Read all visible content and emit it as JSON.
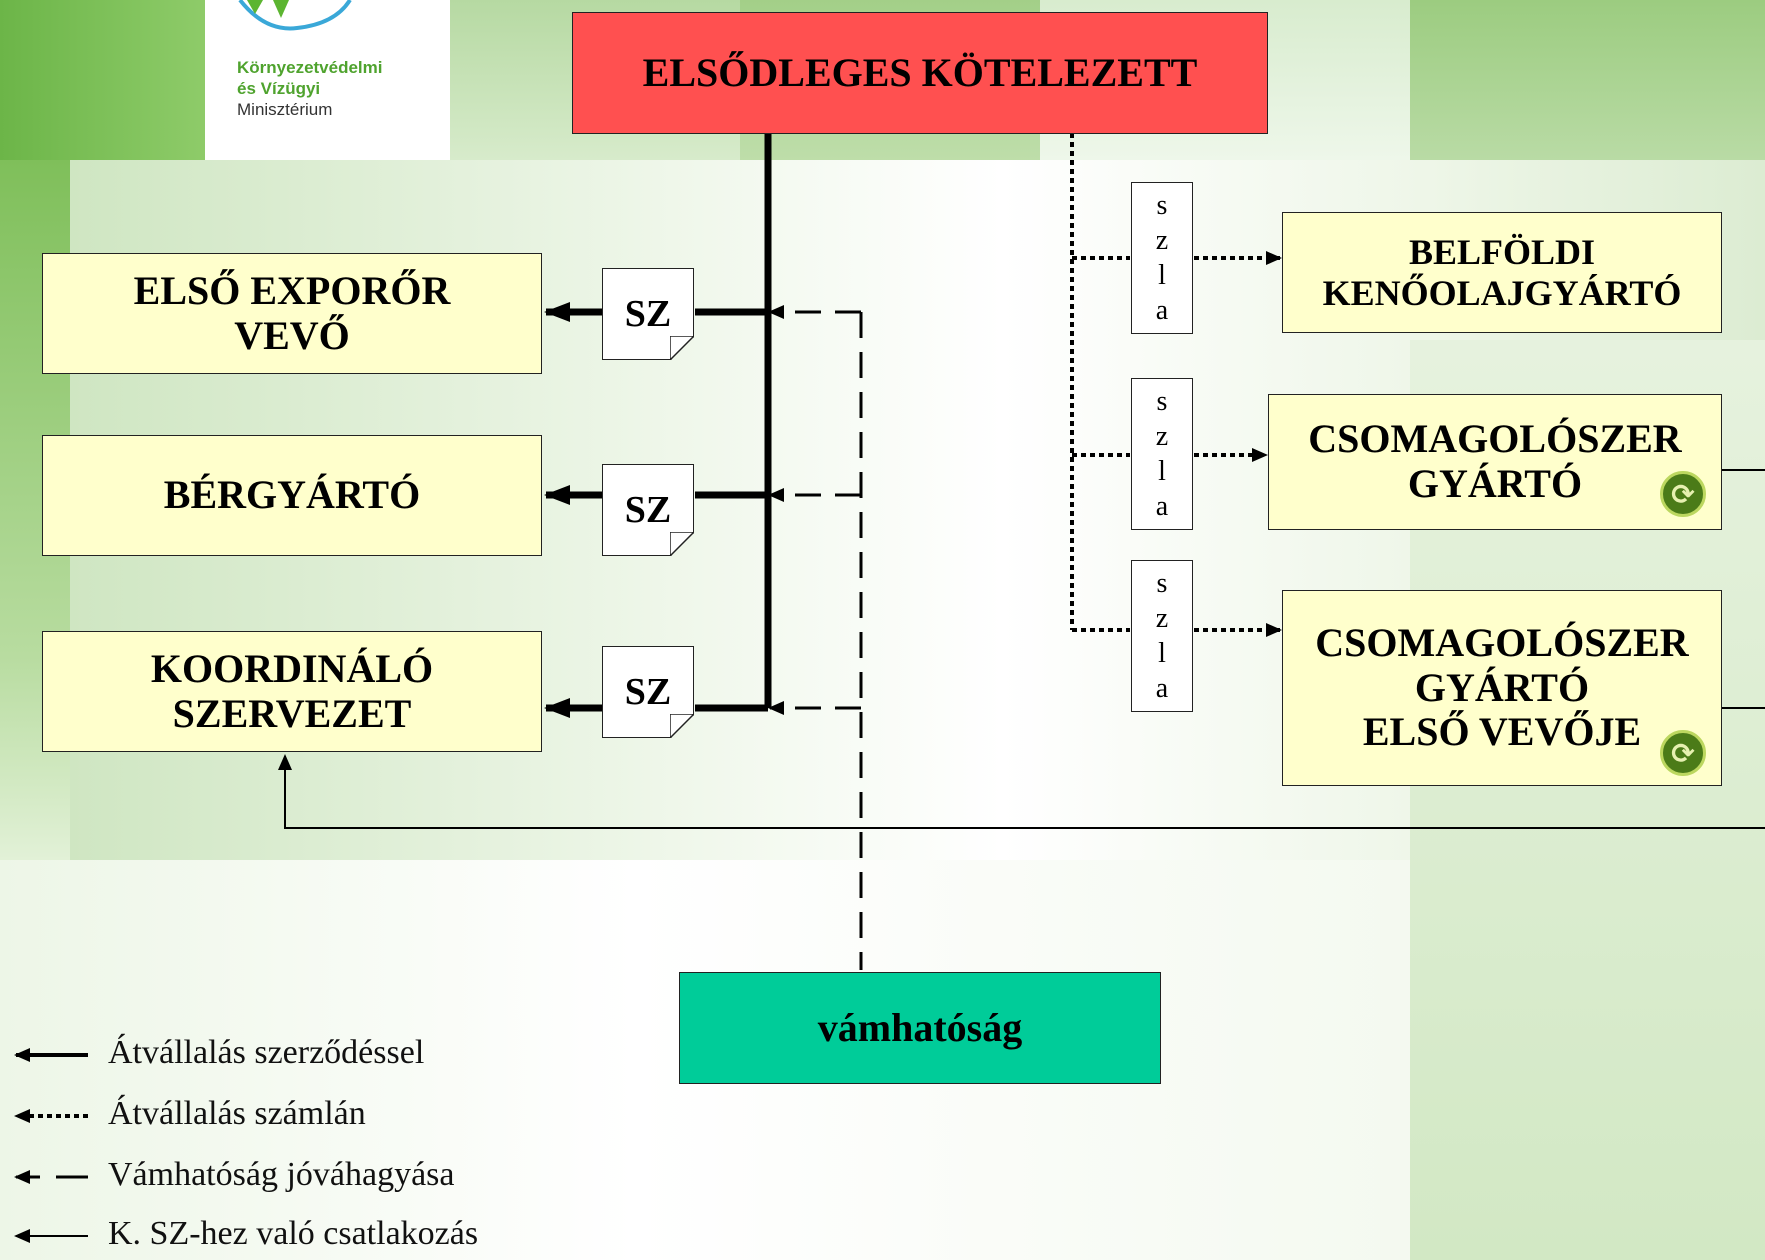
{
  "logo": {
    "line1": "Környezetvédelmi",
    "line2": "és Vízügyi",
    "line3": "Minisztérium"
  },
  "nodes": {
    "primary": "ELSŐDLEGES KÖTELEZETT",
    "exporter": "ELSŐ EXPORŐR\nVEVŐ",
    "contract_manufacturer": "BÉRGYÁRTÓ",
    "coordinator": "KOORDINÁLÓ\nSZERVEZET",
    "domestic_lubricant": "BELFÖLDI\nKENŐOLAJGYÁRTÓ",
    "packaging_maker": "CSOMAGOLÓSZER\nGYÁRTÓ",
    "packaging_buyer": "CSOMAGOLÓSZER\nGYÁRTÓ\nELSŐ VEVŐJE",
    "customs": "vámhatóság"
  },
  "contract_label": "SZ",
  "invoice_label": [
    "s",
    "z",
    "l",
    "a"
  ],
  "legend": [
    {
      "text": "Átvállalás szerződéssel",
      "style": "solid-thick"
    },
    {
      "text": "Átvállalás számlán",
      "style": "dotted"
    },
    {
      "text": "Vámhatóság jóváhagyása",
      "style": "dashed"
    },
    {
      "text": "K. SZ-hez való csatlakozás",
      "style": "solid-thin"
    }
  ],
  "colors": {
    "primary_box": "#ff5050",
    "node_box": "#ffffcc",
    "customs_box": "#00cc99",
    "background_green": "#7fbf5a",
    "logo_green": "#4fa32e"
  },
  "icons": [
    "recycle-icon",
    "arrow-left-icon",
    "arrow-right-icon",
    "arrow-up-icon"
  ]
}
